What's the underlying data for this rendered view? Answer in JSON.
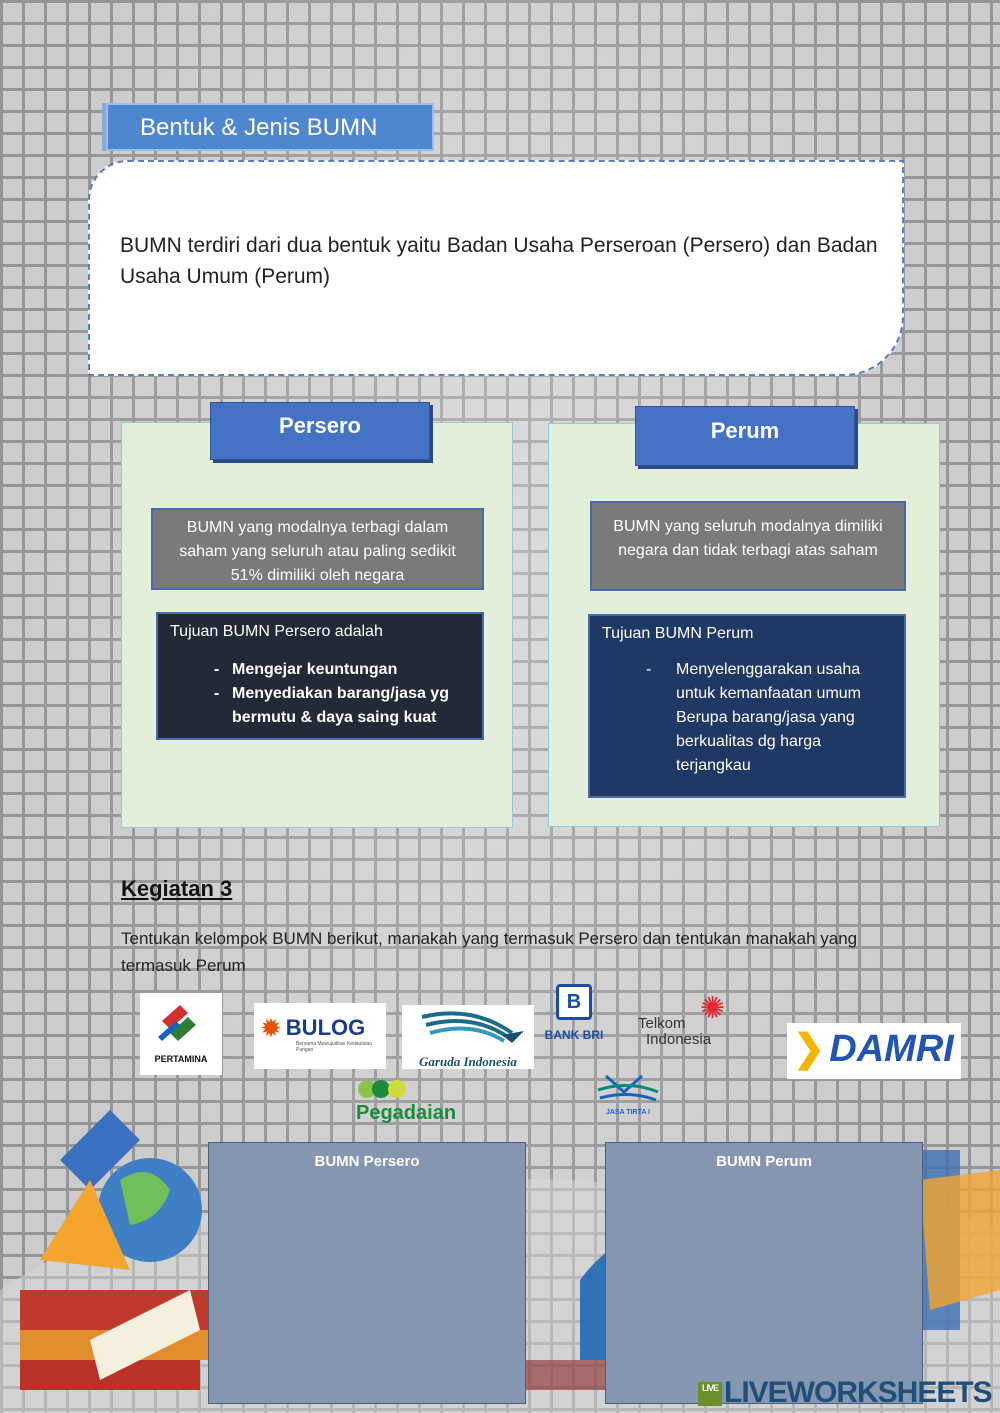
{
  "header": {
    "title": "Bentuk & Jenis BUMN"
  },
  "intro": {
    "text": "BUMN terdiri dari dua bentuk yaitu Badan Usaha Perseroan (Persero) dan Badan Usaha Umum (Perum)"
  },
  "persero": {
    "title": "Persero",
    "definition": "BUMN yang modalnya terbagi dalam saham yang seluruh atau paling sedikit 51% dimiliki oleh negara",
    "goal_heading": "Tujuan BUMN Persero adalah",
    "goals": [
      "Mengejar keuntungan",
      "Menyediakan barang/jasa yg bermutu & daya saing kuat"
    ]
  },
  "perum": {
    "title": "Perum",
    "definition": "BUMN yang seluruh modalnya dimiliki negara dan tidak terbagi atas saham",
    "goal_heading": "Tujuan BUMN Perum",
    "goals": [
      "Menyelenggarakan usaha untuk kemanfaatan umum Berupa barang/jasa yang berkualitas dg harga terjangkau"
    ]
  },
  "activity": {
    "title": "Kegiatan 3",
    "instruction": "Tentukan kelompok BUMN berikut, manakah yang termasuk Persero dan tentukan manakah yang termasuk Perum"
  },
  "logos": {
    "pertamina": "PERTAMINA",
    "bulog": "BULOG",
    "bulog_tagline": "Bersama Mewujudkan Kedaulatan Pangan",
    "garuda": "Garuda Indonesia",
    "bri": "BANK BRI",
    "telkom_line1": "Telkom",
    "telkom_line2": "Indonesia",
    "damri": "DAMRI",
    "pegadaian": "Pegadaian",
    "jasa_tirta": "JASA TIRTA I"
  },
  "answers": {
    "persero_label": "BUMN Persero",
    "perum_label": "BUMN Perum"
  },
  "watermark": {
    "text": "LIVEWORKSHEETS"
  },
  "colors": {
    "accent": "#4472c4",
    "panel_bg": "#e2efda",
    "dark_box": "#222a35",
    "navy_box": "#1f3864",
    "answer_box": "#8496b0"
  }
}
